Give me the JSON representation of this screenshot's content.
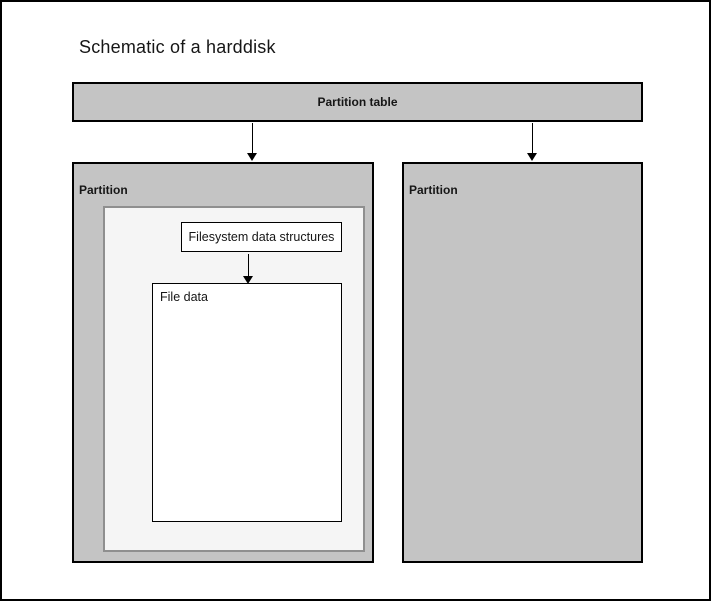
{
  "title": "Schematic of a harddisk",
  "colors": {
    "partition_fill": "#c4c4c4",
    "inner_fill": "#f5f5f5",
    "inner_border": "#8f8f8f",
    "box_border": "#000000",
    "white_fill": "#ffffff",
    "text_color": "#161616"
  },
  "diagram": {
    "partition_table": {
      "label": "Partition table"
    },
    "left_partition": {
      "label": "Partition"
    },
    "right_partition": {
      "label": "Partition"
    },
    "filesystem_box": {
      "label": "Filesystem data structures"
    },
    "file_data_box": {
      "label": "File data"
    }
  }
}
